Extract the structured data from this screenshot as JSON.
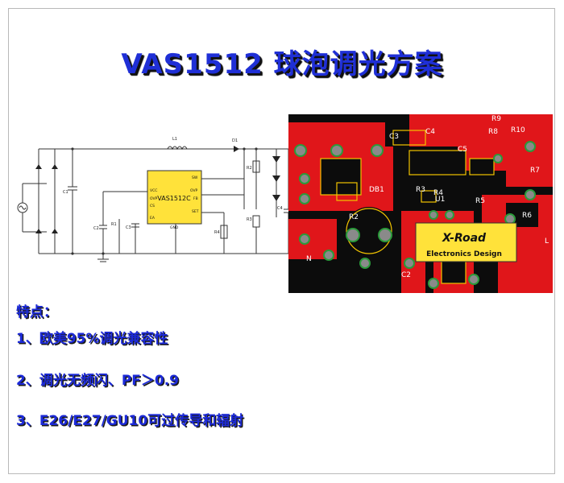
{
  "page": {
    "title": "VAS1512 球泡调光方案"
  },
  "schematic": {
    "chip_name": "VAS1512C",
    "pins_left": [
      "VCC",
      "OVP",
      "CS",
      "EA"
    ],
    "pins_right": [
      "SW",
      "OVP",
      "FB",
      "SET"
    ],
    "pin_bottom": "GND",
    "labels": [
      "L1",
      "D1",
      "C1",
      "C2",
      "C3",
      "C4",
      "R1",
      "R2",
      "R3",
      "R4"
    ]
  },
  "pcb": {
    "logo_text": "X-Road",
    "logo_sub": "Electronics Design",
    "labels": [
      "C4",
      "C5",
      "R8",
      "R9",
      "R10",
      "R7",
      "R6",
      "R5",
      "R4",
      "R3",
      "U1",
      "DB1",
      "R2",
      "C3",
      "C2",
      "N",
      "L"
    ]
  },
  "features": {
    "heading": "特点：",
    "items": [
      "1、欧美95%调光兼容性",
      "2、调光无频闪、PF＞0.9",
      "3、E26/E27/GU10可过传导和辐射"
    ]
  },
  "colors": {
    "title": "#1f2fd6",
    "pcb_red": "#e0161a",
    "pcb_black": "#0c0c0c",
    "chip_yellow": "#ffe23a"
  }
}
